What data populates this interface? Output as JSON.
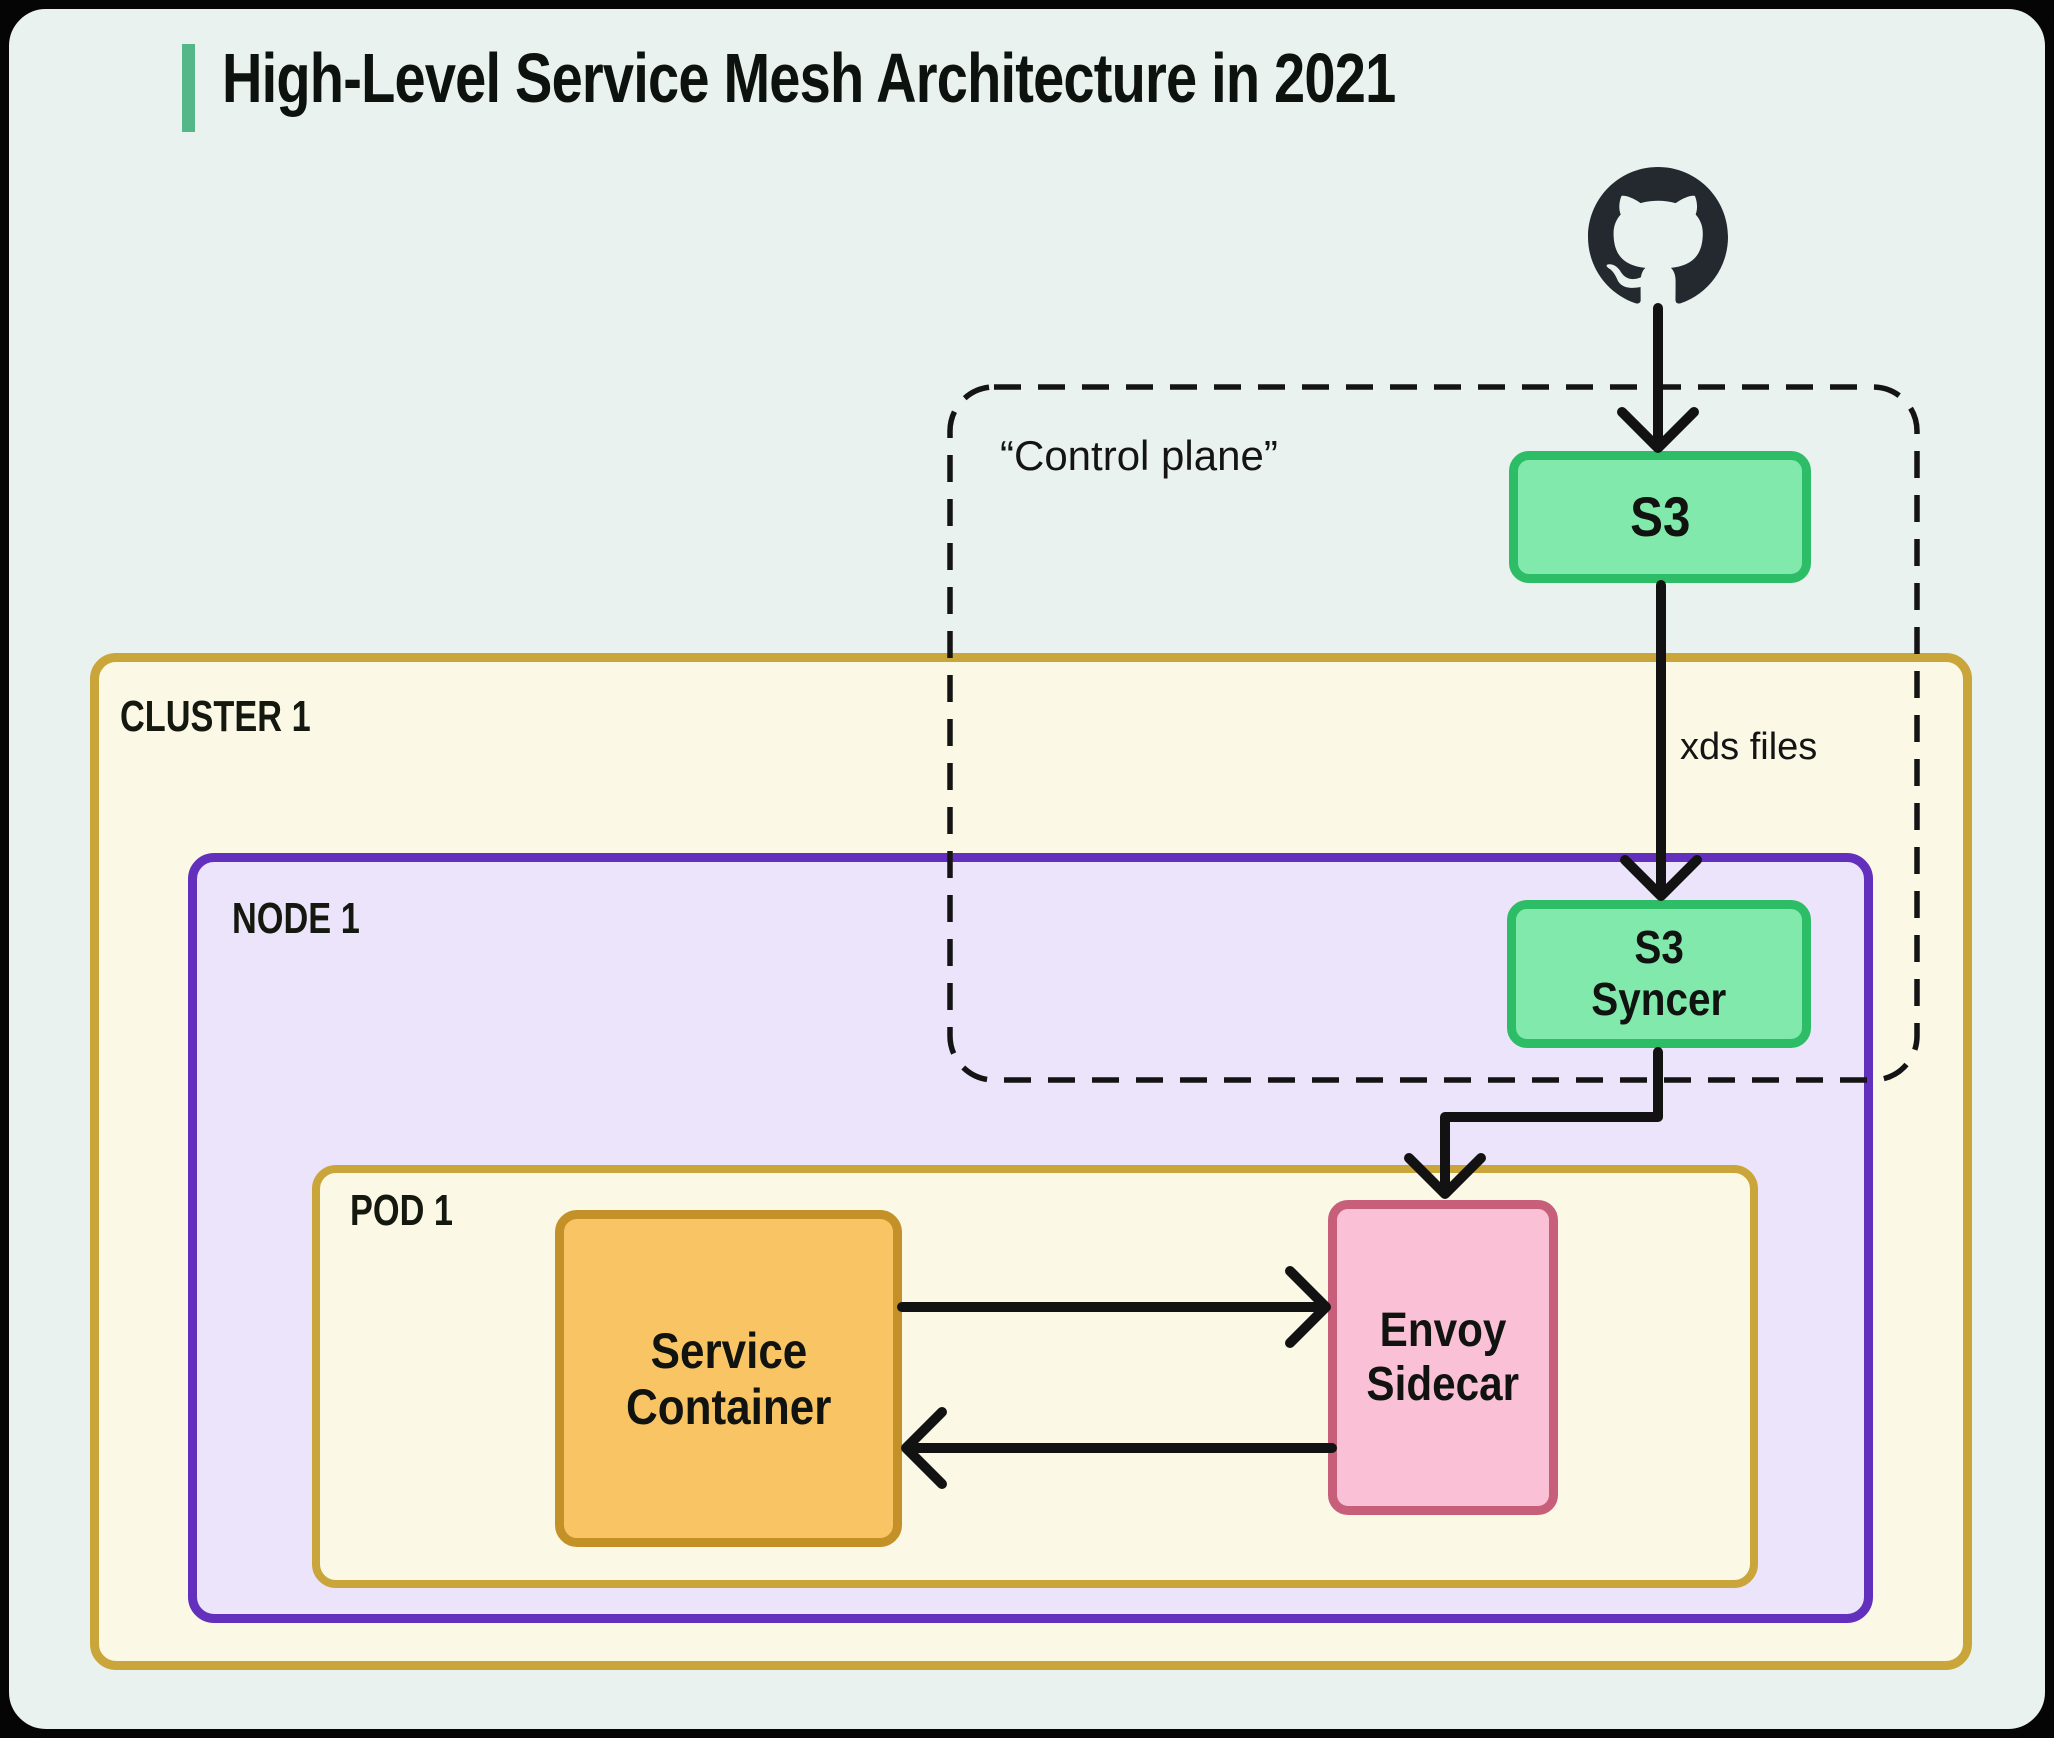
{
  "title": {
    "text": "High-Level Service Mesh Architecture in 2021"
  },
  "icons": {
    "github": "github-icon"
  },
  "control_plane": {
    "label": "“Control plane”"
  },
  "zones": {
    "cluster": {
      "label": "CLUSTER 1",
      "border_color": "#c9a53a",
      "fill": "#fbf9e6"
    },
    "node": {
      "label": "NODE 1",
      "border_color": "#6330bd",
      "fill": "#ece4fb"
    },
    "pod": {
      "label": "POD 1",
      "border_color": "#c9a53a",
      "fill": "#fbf9e6"
    }
  },
  "boxes": {
    "s3": {
      "label": "S3",
      "fill": "#80e9ab",
      "border_color": "#2ebd67"
    },
    "s3_syncer": {
      "line1": "S3",
      "line2": "Syncer",
      "fill": "#80e9ab",
      "border_color": "#2ebd67"
    },
    "service_container": {
      "line1": "Service",
      "line2": "Container",
      "fill": "#f9c464",
      "border_color": "#c39127"
    },
    "envoy_sidecar": {
      "line1": "Envoy",
      "line2": "Sidecar",
      "fill": "#fac1d6",
      "border_color": "#c75f7b"
    }
  },
  "edges": [
    {
      "from": "github",
      "to": "s3",
      "label": ""
    },
    {
      "from": "s3",
      "to": "s3_syncer",
      "label": "xds files"
    },
    {
      "from": "s3_syncer",
      "to": "envoy_sidecar",
      "label": ""
    },
    {
      "from": "service_container",
      "to": "envoy_sidecar",
      "label": ""
    },
    {
      "from": "envoy_sidecar",
      "to": "service_container",
      "label": ""
    }
  ],
  "colors": {
    "page_background": "#e9f2ee",
    "frame": "#050505",
    "title_accent": "#53b787",
    "arrow": "#121212",
    "github_mark": "#24292f"
  }
}
